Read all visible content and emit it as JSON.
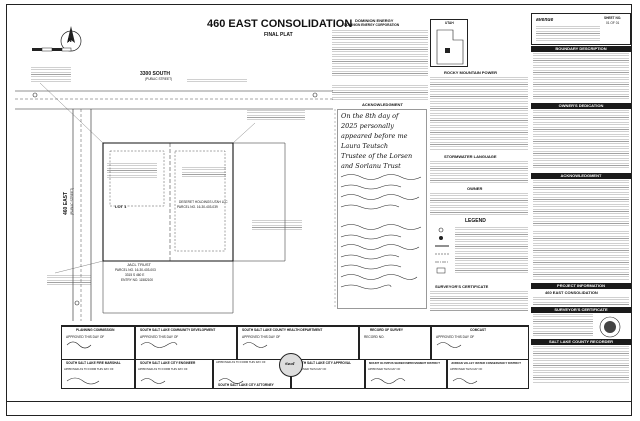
{
  "title": "460 EAST CONSOLIDATION",
  "subtitle": "FINAL PLAT",
  "north_label": "N",
  "street_name": "3300 SOUTH",
  "street_type": "(PUBLIC STREET)",
  "side_street": "460 EAST",
  "side_street_type": "(PUBLIC STREET)",
  "lot_label": "LOT 1",
  "owner_parcel": "JACL TRUST",
  "owner_parcel_no": "PARCEL NO. 16-30-403-003",
  "owner_address": "3315 S 460 E",
  "owner_entry": "ENTRY NO. 11582100",
  "utility_owner": "DESERET HOLDINGS UTAH LLC",
  "utility_parcel": "PARCEL NO. 16-30-403-039",
  "dominion": {
    "title": "DOMINION ENERGY",
    "subtitle": "DOMINION ENERGY CORPORATION"
  },
  "rocky_mountain": "ROCKY MOUNTAIN POWER",
  "stormwater": "STORMWATER LANGUAGE",
  "owner_block": "OWNER",
  "legend": "LEGEND",
  "surveyor_cert": "SURVEYOR'S CERTIFICATE",
  "boundary_desc": "BOUNDARY DESCRIPTION",
  "owner_dedication": "OWNER'S DEDICATION",
  "acknowledgment": "ACKNOWLEDGMENT",
  "project_info": "PROJECT INFORMATION",
  "project_name": "460 EAST CONSOLIDATION",
  "surveyor_cert2": "SURVEYOR'S CERTIFICATE",
  "recorder": "SALT LAKE COUNTY RECORDER",
  "state_label": "UTAH",
  "avenue_label": "avenue",
  "sheet_label": "SHEET NO.",
  "sheet_no": "01 OF 01",
  "approvals_top": [
    {
      "title": "PLANNING COMMISSION",
      "text": "APPROVED THIS DAY OF"
    },
    {
      "title": "SOUTH SALT LAKE COMMUNITY DEVELOPMENT",
      "text": "APPROVED THIS DAY OF"
    },
    {
      "title": "SOUTH SALT LAKE COUNTY HEALTH DEPARTMENT",
      "text": "APPROVED THIS DAY OF"
    },
    {
      "title": "RECORD OF SURVEY",
      "text": "RECORD NO."
    },
    {
      "title": "COMCAST",
      "text": "APPROVED THIS DAY OF"
    }
  ],
  "approvals_bottom": [
    {
      "title": "SOUTH SALT LAKE FIRE MARSHAL",
      "text": "APPROVED AS TO FORM THIS DAY OF"
    },
    {
      "title": "SOUTH SALT LAKE CITY ENGINEER",
      "text": "APPROVED AS TO FORM THIS DAY OF"
    },
    {
      "title": "APPROVED AS TO FORM THIS DAY OF",
      "text": "SOUTH SALT LAKE CITY ATTORNEY"
    },
    {
      "title": "SOUTH SALT LAKE CITY APPROVAL",
      "text": "APPROVED THIS DAY OF"
    },
    {
      "title": "MOUNT OLYMPUS SEWER IMPROVEMENT DISTRICT",
      "text": "APPROVED THIS DAY OF"
    },
    {
      "title": "JORDAN VALLEY WATER CONSERVANCY DISTRICT",
      "text": "APPROVED THIS DAY OF"
    }
  ],
  "hand_notes": [
    "On the 8th day of",
    "2025 personally",
    "appeared before me",
    "Laura Teutsch",
    "Trustee of the Lorsen",
    "and Sorlanu Trust"
  ],
  "seal_text": "Seal"
}
